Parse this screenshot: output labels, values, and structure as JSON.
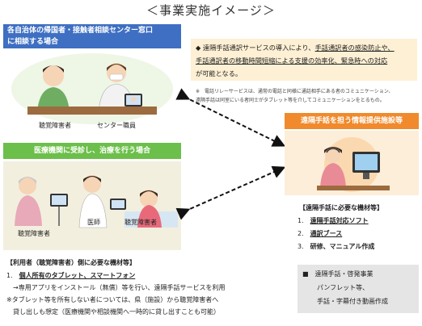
{
  "title": "＜事業実施イメージ＞",
  "case1": {
    "header_line1": "各自治体の帰国者・接触者相談センター窓口",
    "header_line2": "に相談する場合",
    "caption_left": "聴覚障害者",
    "caption_right": "センター職員"
  },
  "case2": {
    "header": "医療機関に受診し、治療を行う場合",
    "caption_doctor": "医師",
    "caption_patient": "聴覚障害者",
    "caption_left": "聴覚障害者"
  },
  "note": {
    "bullet": "◆",
    "line1_a": "遠隔手話通訳サービスの導入により、",
    "line1_b": "手話通訳者の感染防止や、",
    "line2_a": "手話通訳者の移動時間短縮による支援の効率化、緊急時への対応",
    "line3": "が可能となる。"
  },
  "footnote": {
    "line1": "※　電話リレーサービスは、通常の電話と同様に通話相手にある者のコミュニケーション、",
    "line2": "遠隔手話は同室にいる者同士がタブレット等を介してコミュニケーションをとるもの。"
  },
  "facility": {
    "header": "遠隔手話を担う情報提供施設等"
  },
  "equipment": {
    "title": "【遠隔手話に必要な機材等】",
    "items": [
      {
        "num": "1.",
        "text": "遠隔手話対応ソフト"
      },
      {
        "num": "2.",
        "text": "通訳ブース"
      },
      {
        "num": "3.",
        "text": "研修、マニュアル作成"
      }
    ]
  },
  "promo": {
    "line1": "■　遠隔手話・啓発事業",
    "line2": "パンフレット等、",
    "line3": "手話・字幕付き動画作成"
  },
  "user": {
    "title": "【利用者（聴覚障害者）側に必要な機材等】",
    "item_num": "1.",
    "item_text": "個人所有のタブレット、スマートフォン",
    "line2": "→専用アプリをインストール（無償）等を行い、遠隔手話サービスを利用",
    "line3": "※タブレット等を所有しない者については、県（施設）から聴覚障害者へ",
    "line4": "貸し出しも想定（医療機関や相談機関へ一時的に貸し出すことも可能）"
  },
  "colors": {
    "blue_header": "#3e6fc2",
    "green_header": "#6cbf4a",
    "orange_header": "#f08a2c",
    "note_bg": "#fdf0d4",
    "gray_box": "#e5e5e5"
  }
}
